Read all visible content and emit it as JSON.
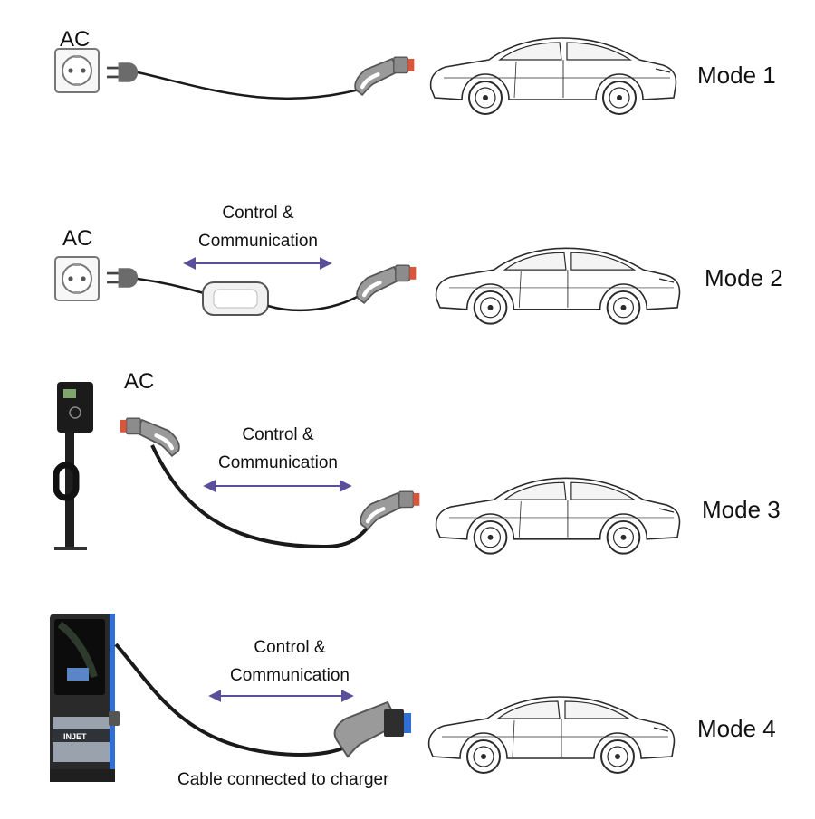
{
  "labels": {
    "ac": "AC",
    "control_line1": "Control &",
    "control_line2": "Communication",
    "cable_caption": "Cable connected to charger",
    "charger_brand": "INJET"
  },
  "rows": [
    {
      "mode": "Mode 1",
      "source": "wall-socket",
      "has_ac_label": true,
      "has_control": false
    },
    {
      "mode": "Mode 2",
      "source": "wall-socket",
      "has_ac_label": true,
      "has_control": true
    },
    {
      "mode": "Mode 3",
      "source": "wallbox",
      "has_ac_label": true,
      "has_control": true
    },
    {
      "mode": "Mode 4",
      "source": "dc-charger",
      "has_ac_label": false,
      "has_control": true
    }
  ],
  "colors": {
    "line": "#1a1a1a",
    "arrow": "#5a4f9a",
    "connector": "#8c8c8c",
    "pin": "#d9553b",
    "dc_blue": "#2f6fd6",
    "car_stroke": "#2b2b2b"
  }
}
